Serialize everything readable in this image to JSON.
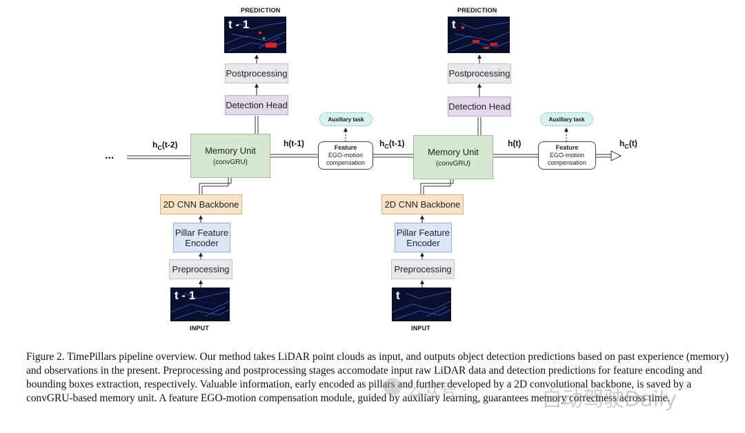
{
  "figure": {
    "left": {
      "prediction_label": "PREDICTION",
      "prediction_image_text": "t - 1",
      "postprocessing": "Postprocessing",
      "detection_head": "Detection Head",
      "memory_unit": "Memory Unit",
      "memory_unit_sub": "(convGRU)",
      "backbone": "2D CNN Backbone",
      "pfe_line1": "Pillar Feature",
      "pfe_line2": "Encoder",
      "preprocessing": "Preprocessing",
      "input_image_text": "t - 1",
      "input_label": "INPUT",
      "hc_in_main": "h",
      "hc_in_sub": "C",
      "hc_in_tail": "(t-2)",
      "h_out": "h(t-1)",
      "feature_title": "Feature",
      "feature_line2": "EGO-motion",
      "feature_line3": "compensation",
      "auxiliary": "Auxiliary task"
    },
    "right": {
      "prediction_label": "PREDICTION",
      "prediction_image_text": "t",
      "postprocessing": "Postprocessing",
      "detection_head": "Detection Head",
      "memory_unit": "Memory Unit",
      "memory_unit_sub": "(convGRU)",
      "backbone": "2D CNN Backbone",
      "pfe_line1": "Pillar Feature",
      "pfe_line2": "Encoder",
      "preprocessing": "Preprocessing",
      "input_image_text": "t",
      "input_label": "INPUT",
      "hc_in_main": "h",
      "hc_in_sub": "C",
      "hc_in_tail": "(t-1)",
      "h_out": "h(t)",
      "feature_title": "Feature",
      "feature_line2": "EGO-motion",
      "feature_line3": "compensation",
      "auxiliary": "Auxiliary task",
      "hc_out_main": "h",
      "hc_out_sub": "C",
      "hc_out_tail": "(t)"
    },
    "ellipsis": "..."
  },
  "caption": "Figure 2. TimePillars pipeline overview. Our method takes LiDAR point clouds as input, and outputs object detection predictions based on past experience (memory) and observations in the present. Preprocessing and postprocessing stages accomodate input raw LiDAR data and detection predictions for feature encoding and bounding boxes extraction, respectively. Valuable information, early encoded as pillars and further developed by a 2D convolutional backbone, is saved by a convGRU-based memory unit. A feature EGO-motion compensation module, guided by auxiliary learning, guarantees memory correctness across time.",
  "watermark": {
    "icon": "wechat-icon",
    "text1": "公众号 ·",
    "text2": "自动驾驶Daily"
  }
}
